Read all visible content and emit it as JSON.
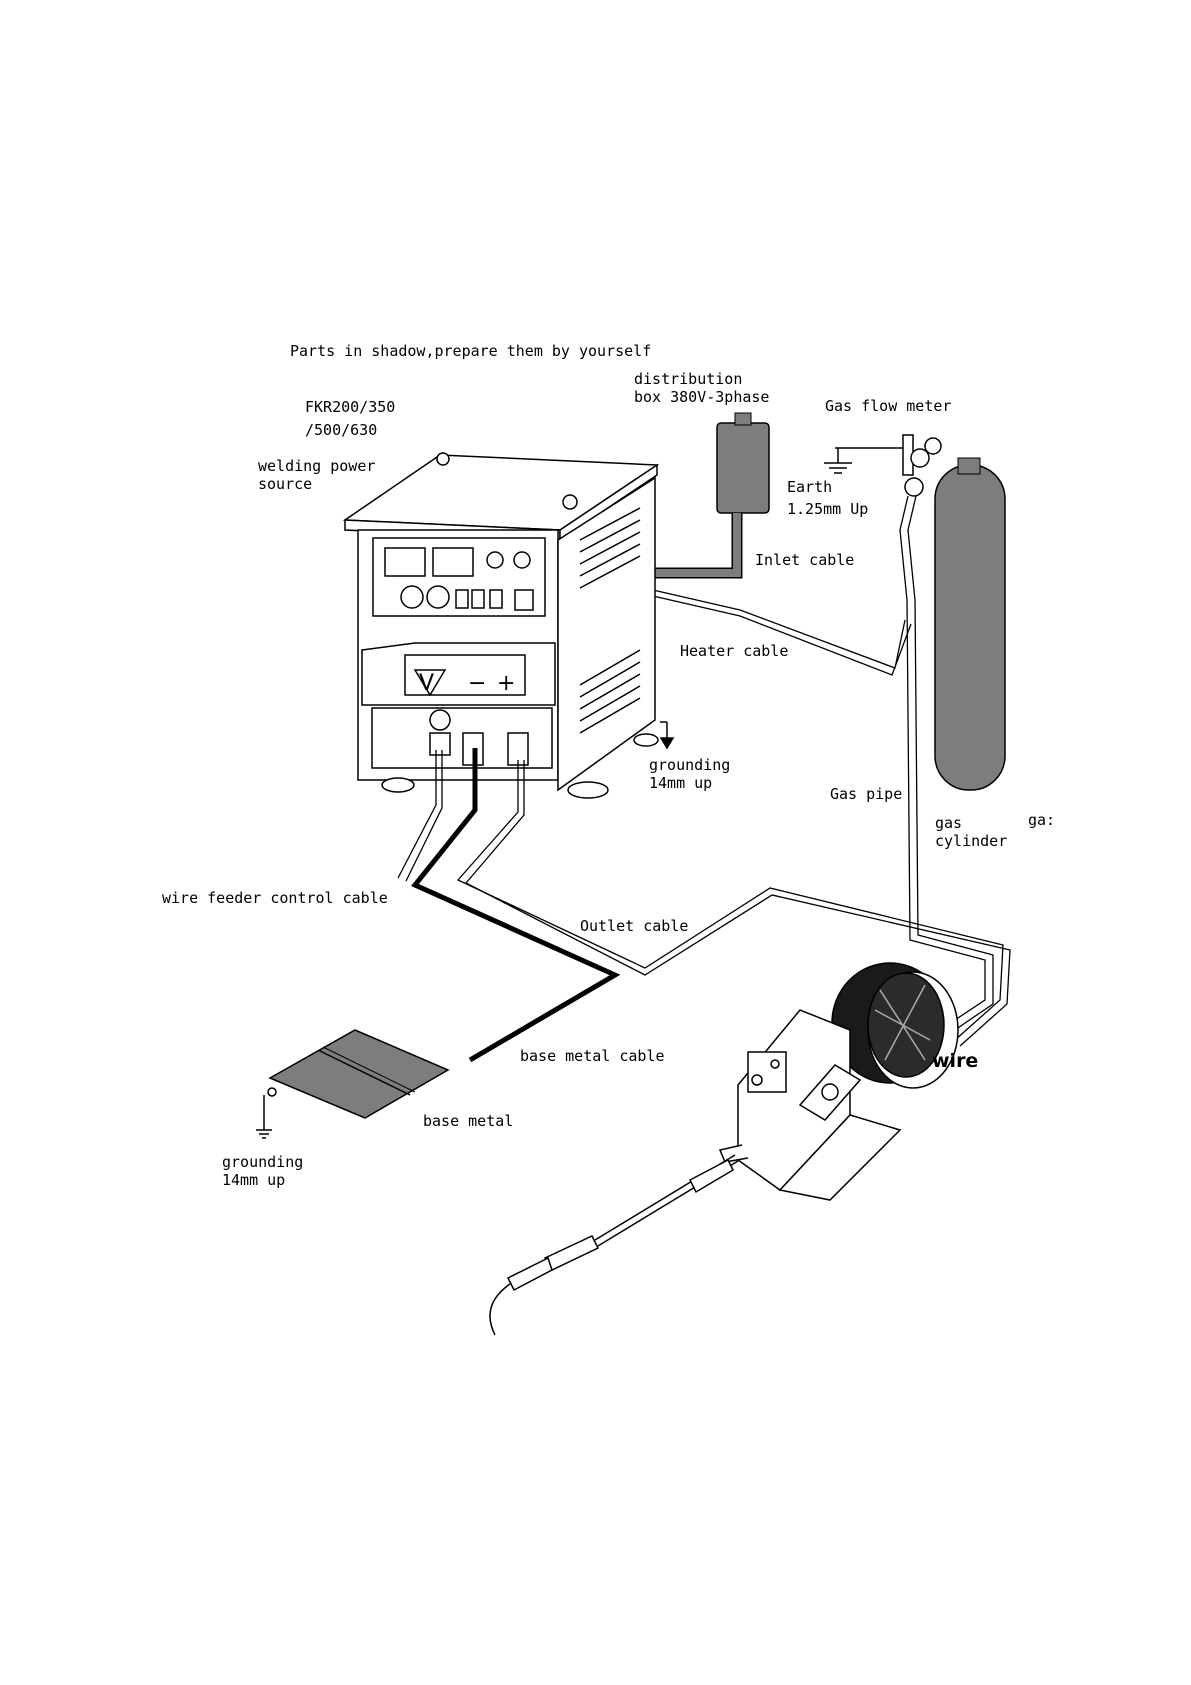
{
  "labels": {
    "parts_note": "Parts in shadow,prepare them by yourself",
    "model_line1": "FKR200/350",
    "model_line2": "/500/630",
    "power_source_line1": "welding power",
    "power_source_line2": "source",
    "distribution_line1": "distribution",
    "distribution_line2": "box 380V-3phase",
    "gas_flow_meter": "Gas flow meter",
    "earth_line1": "Earth",
    "earth_line2": "1.25mm Up",
    "inlet_cable": "Inlet cable",
    "heater_cable": "Heater cable",
    "grounding_right_line1": "grounding",
    "grounding_right_line2": "14mm up",
    "gas_pipe": "Gas pipe",
    "gas_cylinder_line1": "gas",
    "gas_cylinder_line2": "cylinder",
    "gas_cut": "ga:",
    "wire_feeder_control_cable": "wire feeder control cable",
    "outlet_cable": "Outlet cable",
    "base_metal_cable": "base metal cable",
    "base_metal": "base metal",
    "grounding_left_line1": "grounding",
    "grounding_left_line2": "14mm up",
    "wire": "wire",
    "panel_glyph": "V",
    "panel_minus": "−",
    "panel_plus": "+"
  },
  "colors": {
    "shadow": "#7d7d7d",
    "line": "#000000",
    "background": "#ffffff"
  }
}
